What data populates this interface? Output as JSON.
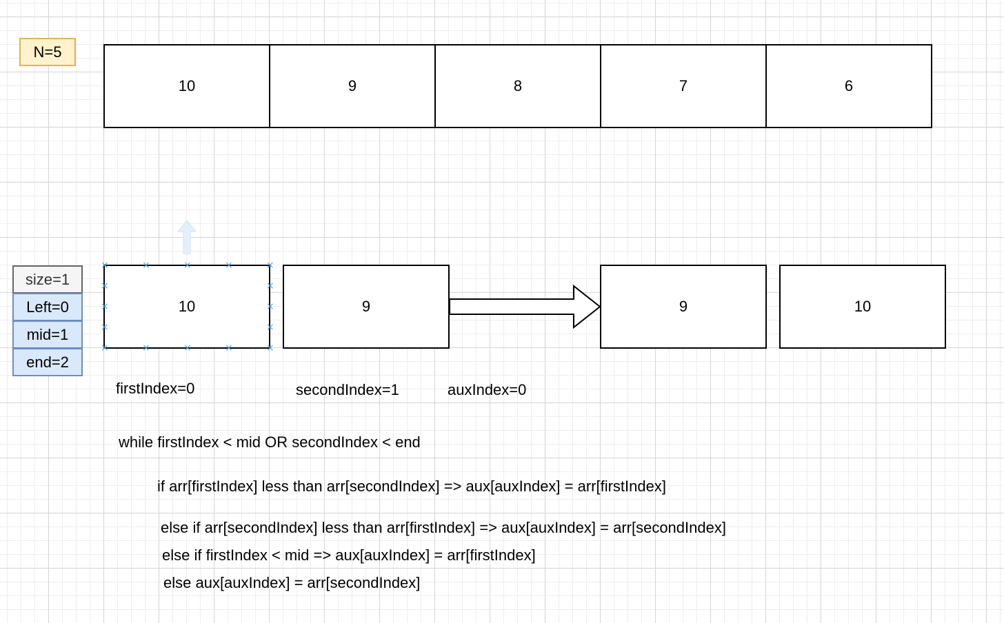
{
  "n_label": "N=5",
  "top_array": [
    "10",
    "9",
    "8",
    "7",
    "6"
  ],
  "vars": {
    "size": "size=1",
    "left": "Left=0",
    "mid": "mid=1",
    "end": "end=2"
  },
  "left_cell": "10",
  "right_cell": "9",
  "aux_cells": [
    "9",
    "10"
  ],
  "labels": {
    "first_index": "firstIndex=0",
    "second_index": "secondIndex=1",
    "aux_index": "auxIndex=0"
  },
  "pseudocode": {
    "while_line": "while firstIndex < mid OR secondIndex < end",
    "if_line": "if arr[firstIndex] less than arr[secondIndex] => aux[auxIndex] = arr[firstIndex]",
    "else_if_line_1": "else if arr[secondIndex] less than arr[firstIndex] => aux[auxIndex] = arr[secondIndex]",
    "else_if_line_2": "else if firstIndex < mid => aux[auxIndex] = arr[firstIndex]",
    "else_line": "else aux[auxIndex] = arr[secondIndex]"
  },
  "colors": {
    "note_fill": "#fff2cc",
    "note_border": "#d6b656",
    "var_fill": "#dae8fc",
    "var_border": "#6c8ebf",
    "selection_handle": "#4da3e0"
  },
  "icons": [
    "rotate-arrow-icon",
    "selection-handle-icon",
    "block-arrow-right-icon"
  ]
}
